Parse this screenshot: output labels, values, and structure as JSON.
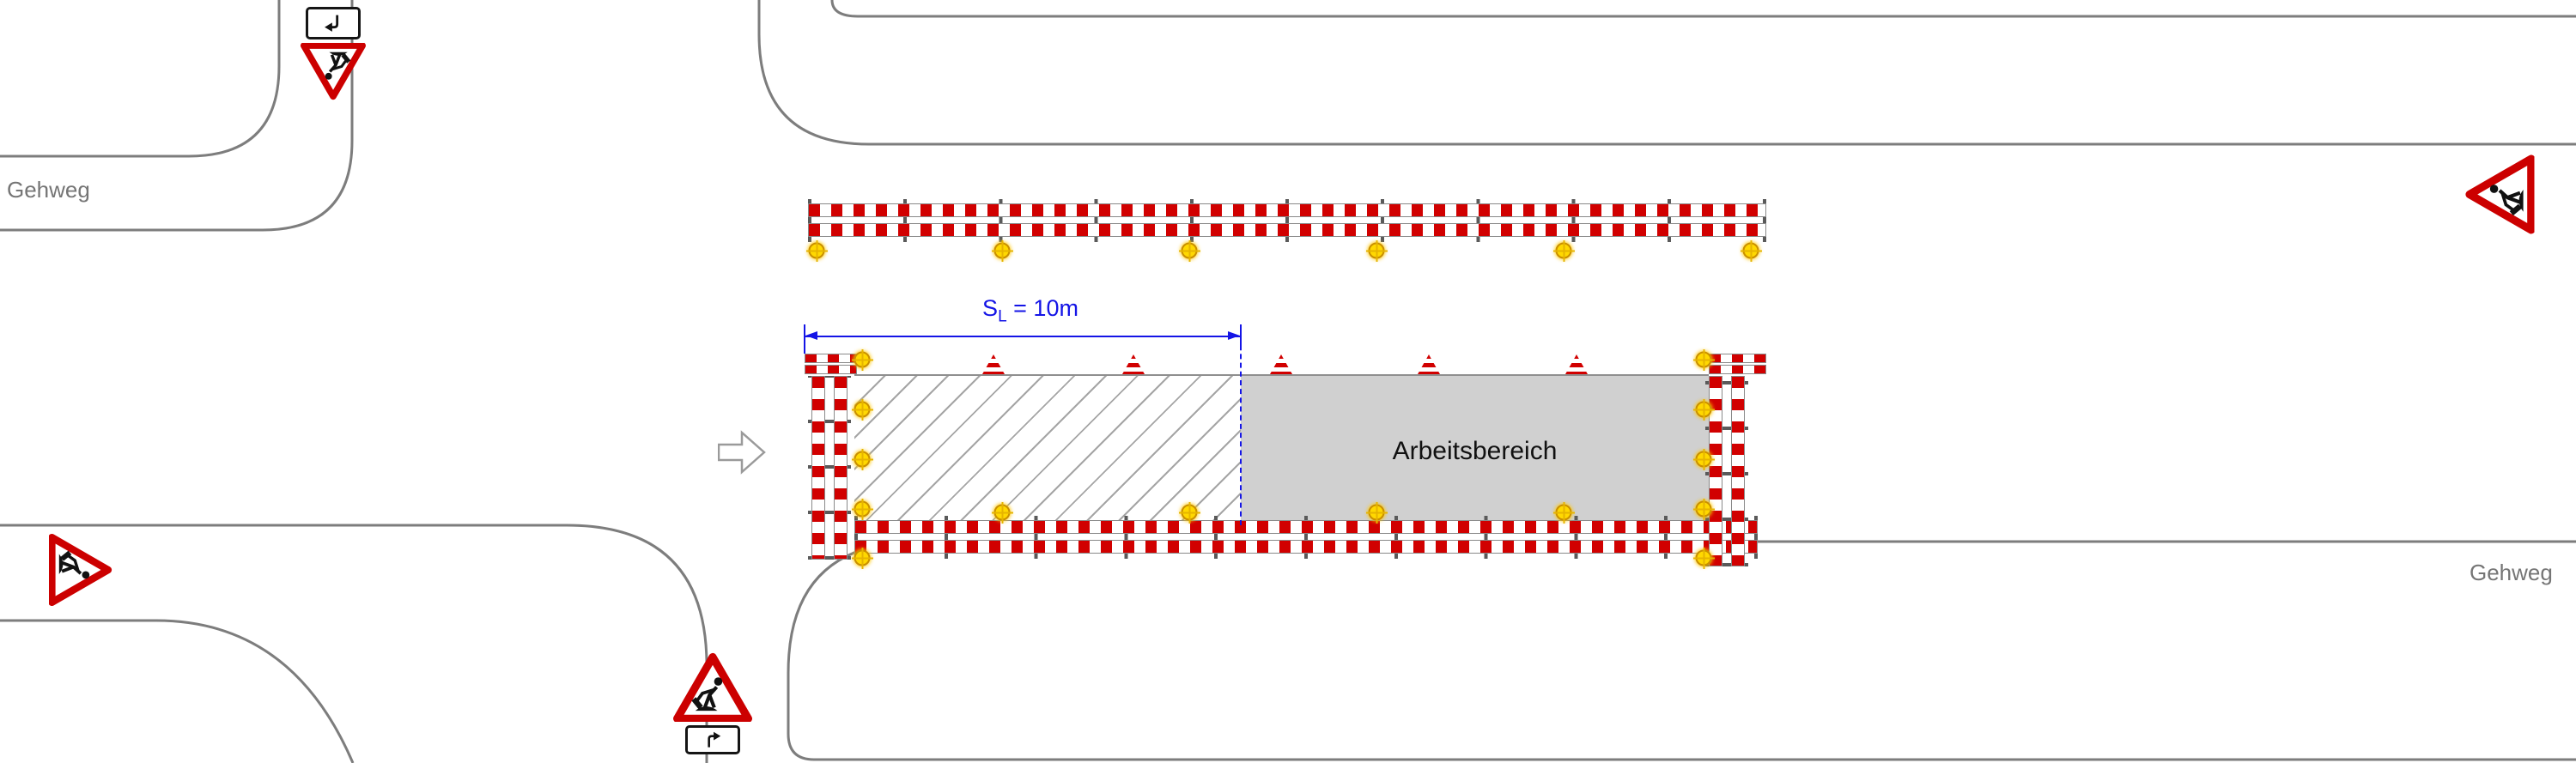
{
  "plan": {
    "labels": {
      "sidewalk_top_left": "Gehweg",
      "sidewalk_bottom_right": "Gehweg",
      "work_area": "Arbeitsbereich"
    },
    "dimension": {
      "prefix": "S",
      "sub": "L",
      "suffix": "= 10m"
    },
    "icons": {
      "warning_triangle": "construction-work-warning-sign",
      "arrow_plate": "hook-arrow-supplementary-plate",
      "lamp": "yellow-warning-lamp",
      "cone": "red-white-traffic-cone",
      "travel_arrow": "direction-of-travel-arrow",
      "barrier": "red-white-barrier-fence"
    },
    "colors": {
      "barrier_red": "#d10000",
      "sign_red": "#cc0000",
      "lamp_yellow": "#ffd800",
      "work_area_fill": "#d0d0d0",
      "road_line_gray": "#7d7d7d",
      "dimension_blue": "#1414e6"
    }
  }
}
